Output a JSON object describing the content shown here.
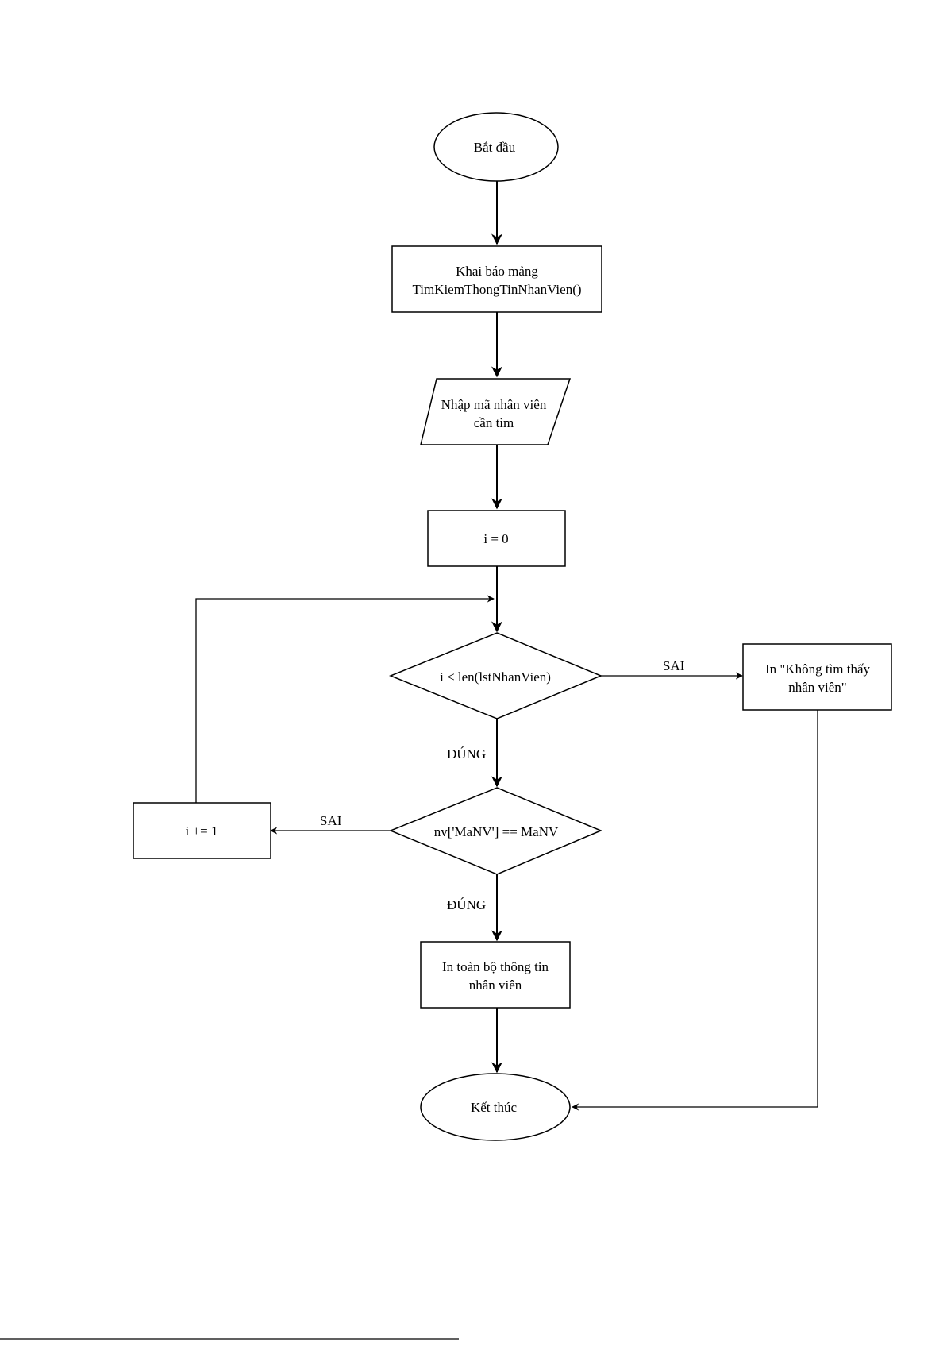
{
  "flowchart": {
    "start_label": "Bắt đầu",
    "declare_label": [
      "Khai báo mảng",
      "TimKiemThongTinNhanVien()"
    ],
    "input_label": [
      "Nhập mã nhân viên",
      "cần tìm"
    ],
    "init_label": "i = 0",
    "loop_condition": "i < len(lstNhanVien)",
    "match_condition": "nv['MaNV'] == MaNV",
    "increment_label": "i += 1",
    "print_info_label": [
      "In toàn bộ thông tin",
      "nhân viên"
    ],
    "not_found_label": [
      "In \"Không tìm thấy",
      "nhân viên\""
    ],
    "end_label": "Kết thúc",
    "true_label_1": "ĐÚNG",
    "true_label_2": "ĐÚNG",
    "false_label_1": "SAI",
    "false_label_2": "SAI"
  }
}
